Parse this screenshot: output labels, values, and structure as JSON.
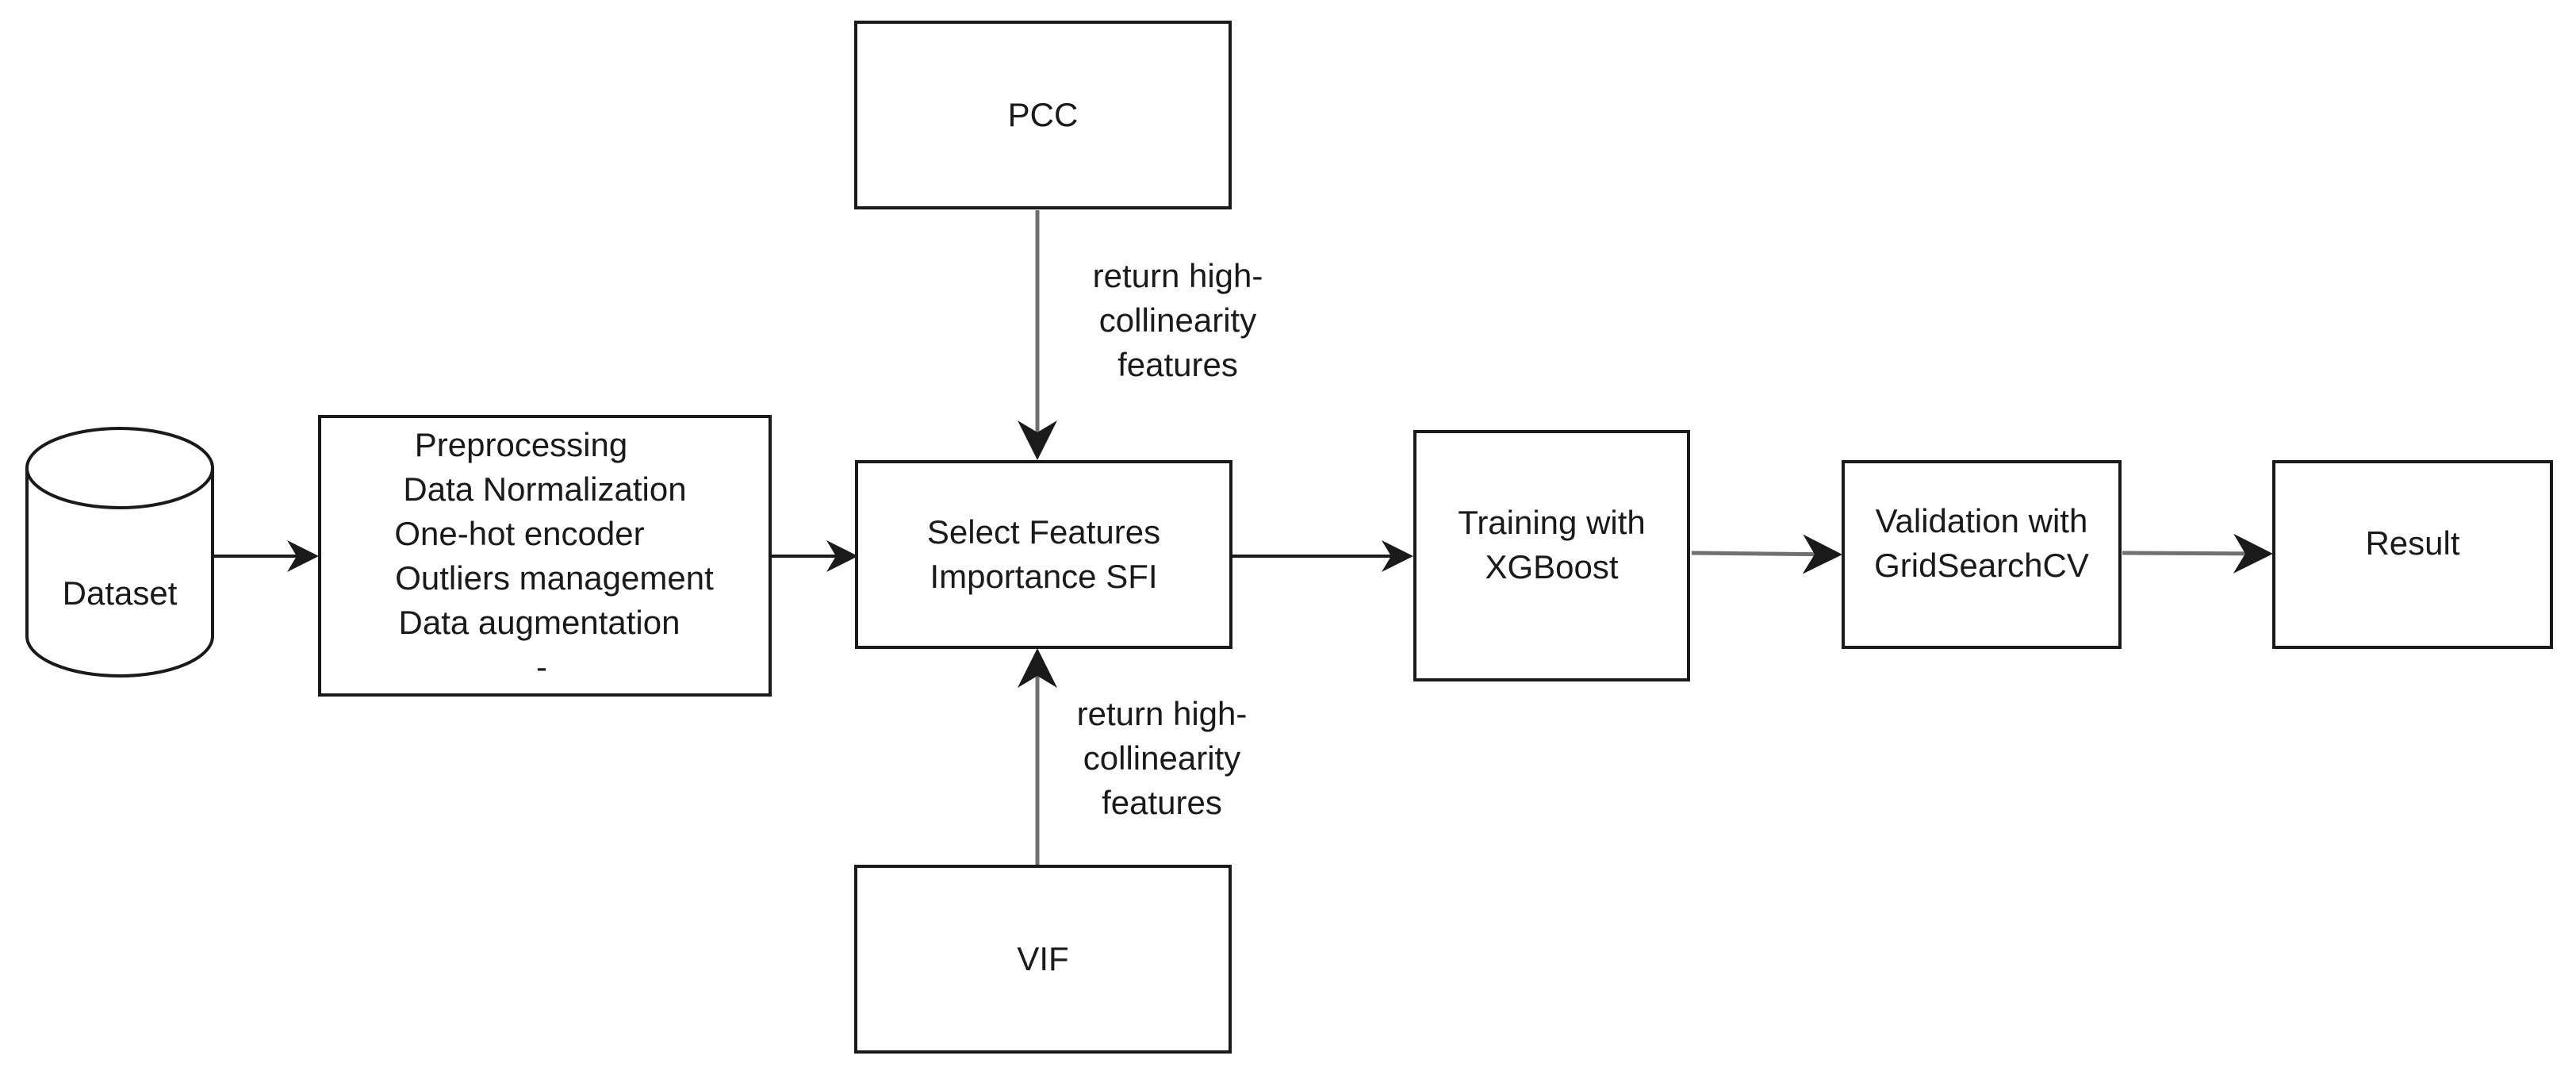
{
  "nodes": {
    "dataset": {
      "label": "Dataset"
    },
    "preprocessing": {
      "lines": [
        "Preprocessing",
        "Data Normalization",
        "One-hot encoder",
        "Outliers management",
        "Data augmentation",
        "-"
      ]
    },
    "sfi": {
      "lines": [
        "Select Features",
        "Importance SFI"
      ]
    },
    "pcc": {
      "label": "PCC"
    },
    "vif": {
      "label": "VIF"
    },
    "xgboost": {
      "lines": [
        "Training with",
        "XGBoost"
      ]
    },
    "gridsearch": {
      "lines": [
        "Validation with",
        "GridSearchCV"
      ]
    },
    "result": {
      "label": "Result"
    }
  },
  "edges": {
    "pcc_to_sfi": {
      "lines": [
        "return high-",
        "collinearity",
        "features"
      ]
    },
    "vif_to_sfi": {
      "lines": [
        "return high-",
        "collinearity",
        "features"
      ]
    }
  },
  "colors": {
    "stroke": "#1a1a1a",
    "stroke_gray": "#707070",
    "background": "#ffffff"
  }
}
